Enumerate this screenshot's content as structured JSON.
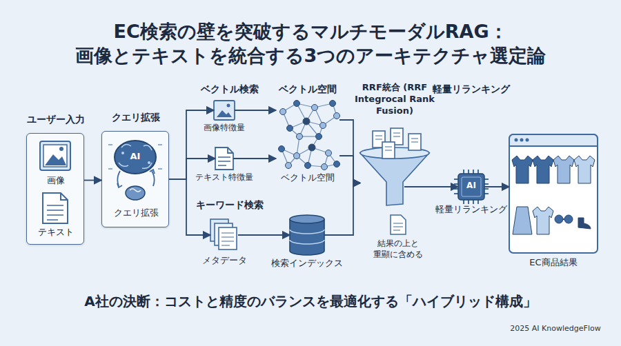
{
  "diagram": {
    "title": "EC検索の壁を突破するマルチモーダルRAG： 画像とテキストを統合する3つのアーキテクチャ選定論",
    "caption": "A社の決断：コストと精度のバランスを最適化する「ハイブリッド構成」",
    "nodes": [
      {
        "text": [
          "ユーザー入力"
        ]
      },
      {
        "text": [
          "画像"
        ],
        "in": 0
      },
      {
        "text": [
          "テキスト"
        ],
        "in": 0
      },
      {
        "text": [
          "クエリ拡張",
          "クエリ拡張"
        ]
      },
      {
        "text": [
          "画像特徴量"
        ]
      },
      {
        "text": [
          "テキスト特徴量"
        ]
      },
      {
        "text": [
          "ベクトル空間"
        ]
      },
      {
        "text": [
          "ベクトル空間"
        ]
      },
      {
        "text": [
          "メタデータ"
        ]
      },
      {
        "text": [
          "検索インデックス"
        ]
      },
      {
        "text": [
          "RRF統合 (RRF Integrocal Rank Fusion)"
        ]
      },
      {
        "text": [
          "結果の上と 重顯に含める"
        ]
      },
      {
        "text": [
          "軽量リランキング",
          "AI",
          "軽量リランキング"
        ]
      },
      {
        "text": [
          "EC商品結果"
        ]
      }
    ],
    "edges": [
      {
        "from": 0,
        "to": 3,
        "arrow": "to"
      },
      {
        "from": 3,
        "to": 4,
        "arrow": "to"
      },
      {
        "from": 3,
        "to": 5,
        "arrow": "to"
      },
      {
        "from": 3,
        "to": 8,
        "arrow": "to"
      },
      {
        "from": 4,
        "to": 6,
        "arrow": "to"
      },
      {
        "from": 5,
        "to": 7,
        "arrow": "to"
      },
      {
        "from": 8,
        "to": 9,
        "arrow": "to"
      },
      {
        "from": 6,
        "to": 10,
        "arrow": "to"
      },
      {
        "from": 7,
        "to": 10,
        "arrow": "to"
      },
      {
        "from": 9,
        "to": 10,
        "arrow": "to"
      },
      {
        "from": 10,
        "to": 12,
        "arrow": "to"
      },
      {
        "from": 12,
        "to": 13,
        "arrow": "to"
      }
    ],
    "labels": [
      "ベクトル検索",
      "キーワード検索",
      "AI",
      "2025 AI KnowledgeFlow"
    ]
  }
}
